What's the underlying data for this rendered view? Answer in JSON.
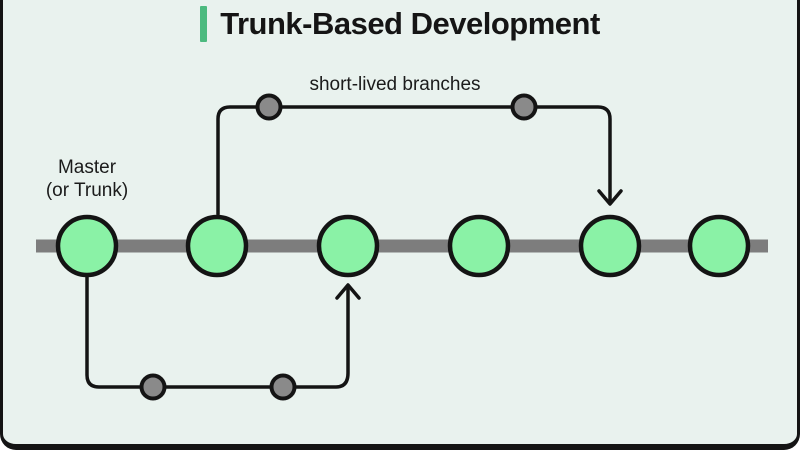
{
  "title": {
    "text": "Trunk-Based Development"
  },
  "labels": {
    "branch": "short-lived branches",
    "trunk_line1": "Master",
    "trunk_line2": "(or Trunk)"
  },
  "colors": {
    "background": "#e9f2ee",
    "card_border": "#141414",
    "accent_green": "#4cba7f",
    "commit_fill": "#8af2a6",
    "commit_stroke": "#141414",
    "trunk_line": "#7d7d7d",
    "branch_line": "#141414",
    "branch_dot_fill": "#8a8a8a",
    "text": "#151515"
  },
  "diagram": {
    "trunk_commit_count": 6,
    "top_branch": {
      "label": "short-lived branches",
      "dot_count": 2,
      "from_commit": 2,
      "to_commit": 5
    },
    "bottom_branch": {
      "dot_count": 2,
      "from_commit": 1,
      "to_commit": 3
    }
  }
}
